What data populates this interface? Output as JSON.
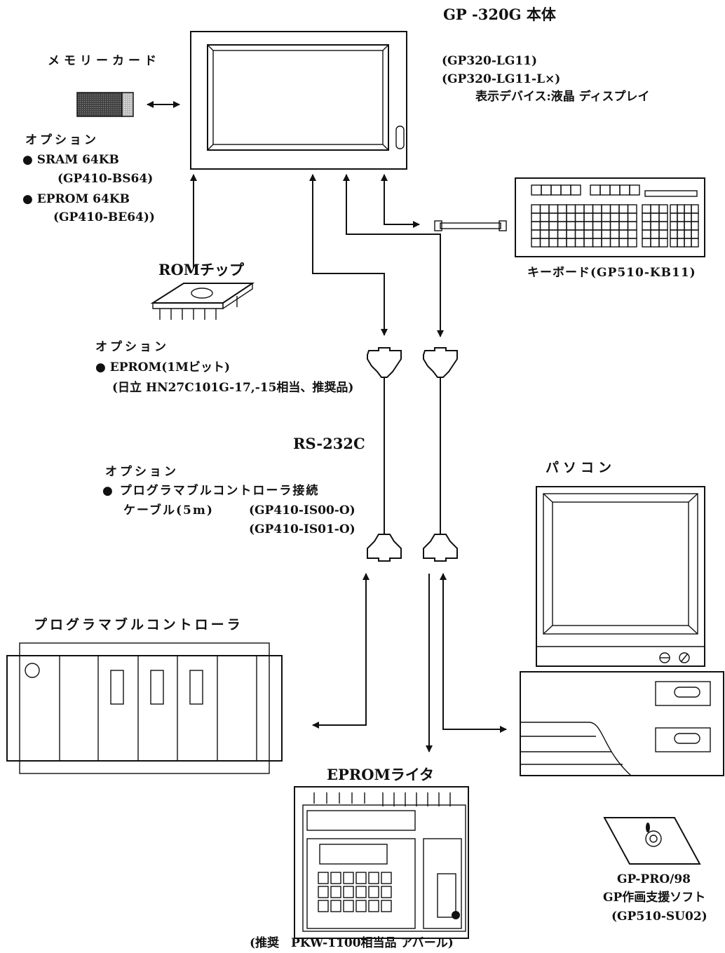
{
  "gp_unit": {
    "title": "GP -320G 本体",
    "model1": "(GP320-LG11)",
    "model2": "(GP320-LG11-L×)",
    "display": "表示デバイス:液晶 ディスプレイ"
  },
  "memory_card": {
    "title": "メモリーカード",
    "option_heading": "オプション",
    "sram": "SRAM 64KB",
    "sram_model": "(GP410-BS64)",
    "eprom": "EPROM 64KB",
    "eprom_model": "(GP410-BE64))"
  },
  "keyboard": {
    "label": "キーボード(GP510-KB11)"
  },
  "rom_chip": {
    "title": "ROMチップ",
    "option_heading": "オプション",
    "item": "EPROM(1Mビット)",
    "note": "(日立 HN27C101G-17,-15相当、推奨品)"
  },
  "cable": {
    "title": "RS-232C",
    "option_heading": "オプション",
    "item": "プログラマブルコントローラ接続",
    "length": "ケーブル(5m)",
    "model1": "(GP410-IS00-O)",
    "model2": "(GP410-IS01-O)"
  },
  "plc": {
    "title": "プログラマブルコントローラ"
  },
  "pc": {
    "title": "パソコン"
  },
  "software": {
    "name": "GP-PRO/98",
    "desc": "GP作画支援ソフト",
    "model": "(GP510-SU02)"
  },
  "eprom_writer": {
    "title": "EPROMライタ",
    "note": "(推奨　PKW-1100相当品 アバール)"
  },
  "bullet": "●"
}
